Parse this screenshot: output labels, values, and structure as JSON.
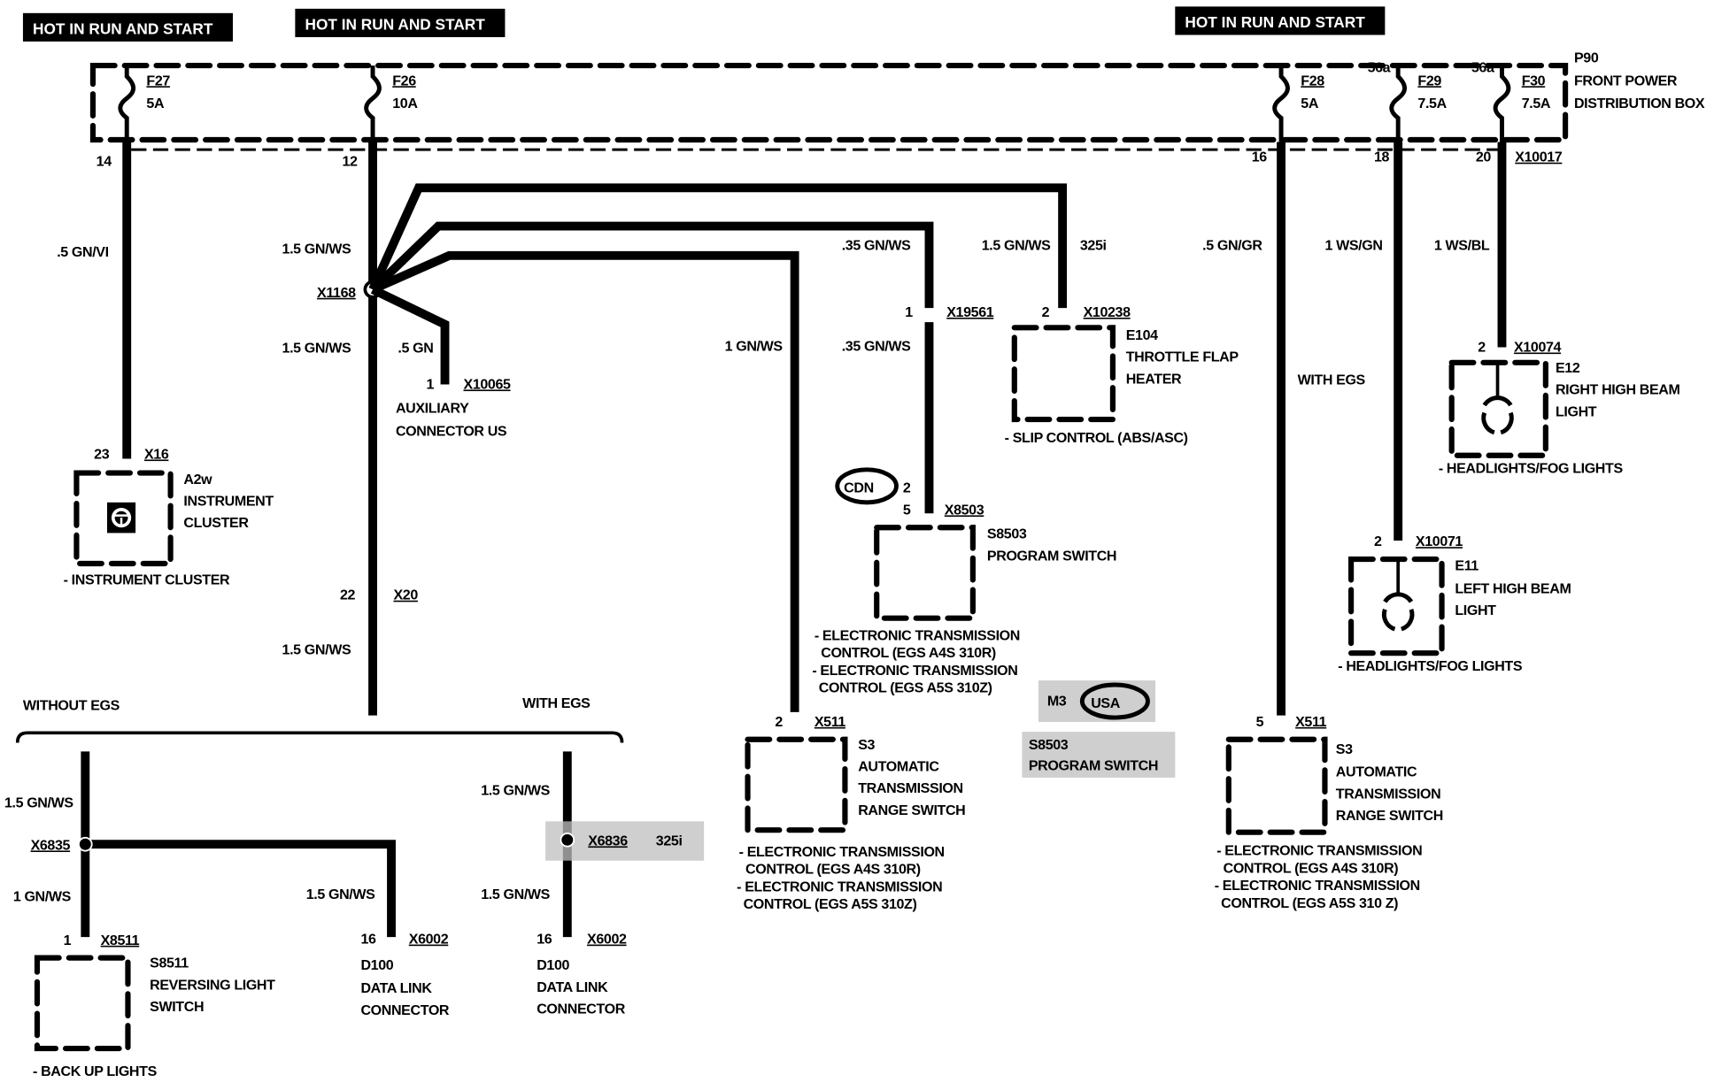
{
  "header_tags": [
    {
      "text": "HOT IN RUN AND START"
    },
    {
      "text": "HOT IN RUN AND START"
    },
    {
      "text": "HOT IN RUN AND START"
    }
  ],
  "power_box": {
    "id": "P90",
    "name_line1": "FRONT POWER",
    "name_line2": "DISTRIBUTION BOX",
    "fuses": [
      {
        "id": "F27",
        "rating": "5A",
        "pin": "14",
        "terminal": ""
      },
      {
        "id": "F26",
        "rating": "10A",
        "pin": "12",
        "terminal": ""
      },
      {
        "id": "F28",
        "rating": "5A",
        "pin": "16",
        "terminal": ""
      },
      {
        "id": "F29",
        "rating": "7.5A",
        "pin": "18",
        "terminal": "56a"
      },
      {
        "id": "F30",
        "rating": "7.5A",
        "pin": "20",
        "terminal": "56a"
      }
    ],
    "connector": "X10017"
  },
  "wires": {
    "f27_out": ".5 GN/VI",
    "f26_out": "1.5 GN/WS",
    "splice_down": "1.5 GN/WS",
    "aux_branch": ".5 GN",
    "x511_branch": "1 GN/WS",
    "x19561_top": ".35 GN/WS",
    "x19561_bottom": ".35 GN/WS",
    "e104_branch": "1.5 GN/WS",
    "e104_variant": "325i",
    "below_x20": "1.5 GN/WS",
    "f28_out": ".5 GN/GR",
    "f28_note": "WITH EGS",
    "f29_out": "1 WS/GN",
    "f30_out": "1 WS/BL",
    "without_egs_top": "1.5 GN/WS",
    "without_egs_bottom": "1 GN/WS",
    "without_egs_branch": "1.5 GN/WS",
    "with_egs_top": "1.5 GN/WS",
    "with_egs_bottom": "1.5 GN/WS"
  },
  "splices": {
    "x1168": "X1168",
    "x6835": "X6835",
    "x6836": "X6836",
    "x6836_variant": "325i"
  },
  "branch_labels": {
    "without_egs": "WITHOUT EGS",
    "with_egs": "WITH EGS"
  },
  "components": {
    "a2w": {
      "pin": "23",
      "connector": "X16",
      "id": "A2w",
      "line1": "INSTRUMENT",
      "line2": "CLUSTER",
      "ref": "- INSTRUMENT CLUSTER"
    },
    "aux": {
      "pin": "1",
      "connector": "X10065",
      "line1": "AUXILIARY",
      "line2": "CONNECTOR US"
    },
    "x20": {
      "pin": "22",
      "connector": "X20"
    },
    "x19561": {
      "pin": "1",
      "connector": "X19561"
    },
    "e104": {
      "pin": "2",
      "connector": "X10238",
      "id": "E104",
      "line1": "THROTTLE FLAP",
      "line2": "HEATER",
      "ref": "- SLIP CONTROL (ABS/ASC)"
    },
    "s8503": {
      "cdn_badge": "CDN",
      "cdn_pin": "2",
      "pin": "5",
      "connector": "X8503",
      "id": "S8503",
      "line1": "PROGRAM SWITCH",
      "ref1": "- ELECTRONIC TRANSMISSION",
      "ref2": "CONTROL (EGS A4S 310R)",
      "ref3": "- ELECTRONIC TRANSMISSION",
      "ref4": "CONTROL  (EGS A5S  310Z)"
    },
    "s3_mid": {
      "pin": "2",
      "connector": "X511",
      "id": "S3",
      "line1": "AUTOMATIC",
      "line2": "TRANSMISSION",
      "line3": "RANGE SWITCH",
      "ref1": "- ELECTRONIC TRANSMISSION",
      "ref2": "CONTROL (EGS A4S 310R)",
      "ref3": "- ELECTRONIC TRANSMISSION",
      "ref4": "CONTROL  (EGS A5S  310Z)"
    },
    "m3_note": {
      "model": "M3",
      "badge": "USA",
      "line1": "S8503",
      "line2": "PROGRAM SWITCH"
    },
    "s3_right": {
      "pin": "5",
      "connector": "X511",
      "id": "S3",
      "line1": "AUTOMATIC",
      "line2": "TRANSMISSION",
      "line3": "RANGE SWITCH",
      "ref1": "- ELECTRONIC TRANSMISSION",
      "ref2": "CONTROL (EGS A4S 310R)",
      "ref3": "- ELECTRONIC TRANSMISSION",
      "ref4": "CONTROL  (EGS A5S  310 Z)"
    },
    "e12": {
      "pin": "2",
      "connector": "X10074",
      "id": "E12",
      "line1": "RIGHT HIGH BEAM",
      "line2": "LIGHT",
      "ref": "- HEADLIGHTS/FOG LIGHTS"
    },
    "e11": {
      "pin": "2",
      "connector": "X10071",
      "id": "E11",
      "line1": "LEFT HIGH BEAM",
      "line2": "LIGHT",
      "ref": "- HEADLIGHTS/FOG LIGHTS"
    },
    "s8511": {
      "pin": "1",
      "connector": "X8511",
      "id": "S8511",
      "line1": "REVERSING LIGHT",
      "line2": "SWITCH",
      "ref": "- BACK UP LIGHTS"
    },
    "d100_a": {
      "pin": "16",
      "connector": "X6002",
      "id": "D100",
      "line1": "DATA LINK",
      "line2": "CONNECTOR"
    },
    "d100_b": {
      "pin": "16",
      "connector": "X6002",
      "id": "D100",
      "line1": "DATA LINK",
      "line2": "CONNECTOR"
    }
  }
}
